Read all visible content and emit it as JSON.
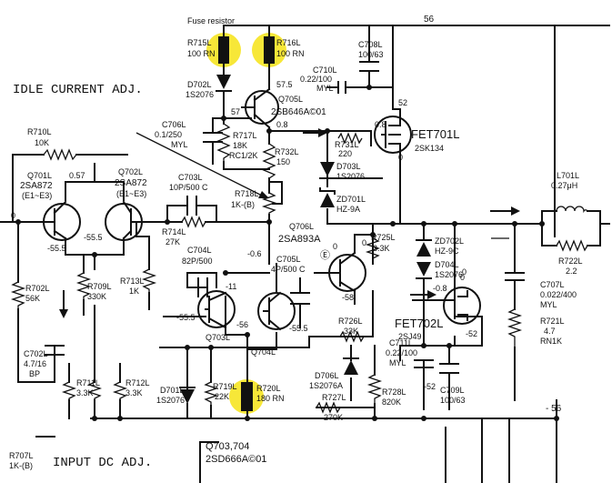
{
  "schematic": {
    "rail_pos": "56",
    "rail_neg": "- 56",
    "fuse_label": "Fuse resistor",
    "idle_current_adj": "IDLE CURRENT ADJ.",
    "input_dc_adj": "INPUT DC ADJ.",
    "highlight_color": "#f6e41c",
    "parts": {
      "R715L": {
        "ref": "R715L",
        "val": "100 RN"
      },
      "R716L": {
        "ref": "R716L",
        "val": "100 RN"
      },
      "D702L": {
        "ref": "D702L",
        "val": "1S2076"
      },
      "Q705L": {
        "ref": "Q705L",
        "val": "2SB646A©01"
      },
      "C708L": {
        "ref": "C708L",
        "val": "100/63"
      },
      "C710L": {
        "ref": "C710L",
        "val": "0.22/100",
        "type": "MYL"
      },
      "C706L": {
        "ref": "C706L",
        "val": "0.1/250",
        "type": "MYL"
      },
      "R717L": {
        "ref": "R717L",
        "val": "18K",
        "type": "RC1/2K"
      },
      "R732L": {
        "ref": "R732L",
        "val": "150"
      },
      "R731L": {
        "ref": "R731L",
        "val": "220"
      },
      "D703L": {
        "ref": "D703L",
        "val": "1S2076"
      },
      "ZD701L": {
        "ref": "ZD701L",
        "val": "HZ-9A"
      },
      "FET701L": {
        "ref": "FET701L",
        "val": "2SK134"
      },
      "R710L": {
        "ref": "R710L",
        "val": "10K"
      },
      "Q701L": {
        "ref": "Q701L",
        "val": "2SA872",
        "type": "(E1~E3)"
      },
      "Q702L": {
        "ref": "Q702L",
        "val": "2SA872",
        "type": "(E1~E3)"
      },
      "C703L": {
        "ref": "C703L",
        "val": "10P/500 C"
      },
      "R718L": {
        "ref": "R718L",
        "val": "1K-(B)"
      },
      "R714L": {
        "ref": "R714L",
        "val": "27K"
      },
      "Q706L": {
        "ref": "Q706L",
        "val": "2SA893A",
        "type": "Ⓔ"
      },
      "R725L": {
        "ref": "R725L",
        "val": "3.3K"
      },
      "ZD702L": {
        "ref": "ZD702L",
        "val": "HZ-9C"
      },
      "D704L": {
        "ref": "D704L",
        "val": "1S2076"
      },
      "L701L": {
        "ref": "L701L",
        "val": "0.27μH"
      },
      "R722L": {
        "ref": "R722L",
        "val": "2.2"
      },
      "C704L": {
        "ref": "C704L",
        "val": "82P/500"
      },
      "C705L": {
        "ref": "C705L",
        "val": "4P/500 C"
      },
      "R702L": {
        "ref": "R702L",
        "val": "56K"
      },
      "R709L": {
        "ref": "R709L",
        "val": "330K"
      },
      "R713L": {
        "ref": "R713L",
        "val": "1K"
      },
      "Q703L": {
        "ref": "Q703L"
      },
      "Q704L": {
        "ref": "Q704L"
      },
      "FET702L": {
        "ref": "FET702L",
        "val": "2SJ49"
      },
      "C707L": {
        "ref": "C707L",
        "val": "0.022/400",
        "type": "MYL"
      },
      "R721L": {
        "ref": "R721L",
        "val": "4.7",
        "type": "RN1K"
      },
      "C702L": {
        "ref": "C702L",
        "val": "4.7/16",
        "type": "BP"
      },
      "R711L": {
        "ref": "R711L",
        "val": "3.3K"
      },
      "R712L": {
        "ref": "R712L",
        "val": "3.3K"
      },
      "D701L": {
        "ref": "D701L",
        "val": "1S2076"
      },
      "R719L": {
        "ref": "R719L",
        "val": "22K"
      },
      "R720L": {
        "ref": "R720L",
        "val": "180 RN"
      },
      "R726L": {
        "ref": "R726L",
        "val": "33K"
      },
      "D706L": {
        "ref": "D706L",
        "val": "1S2076A"
      },
      "R727L": {
        "ref": "R727L",
        "val": "270K"
      },
      "C711L": {
        "ref": "C711L",
        "val": "0.22/100",
        "type": "MYL"
      },
      "C709L": {
        "ref": "C709L",
        "val": "100/63"
      },
      "R728L": {
        "ref": "R728L",
        "val": "820K"
      },
      "R707L": {
        "ref": "R707L",
        "val": "1K-(B)"
      },
      "Q703_704": {
        "ref": "Q703,704",
        "val": "2SD666A©01"
      }
    },
    "voltages": {
      "q705_e": "57.5",
      "q705_c": "57",
      "fet701_d": "52",
      "fet701_g": "0.8",
      "r717_mid": "0.8",
      "q701_c": "0.57",
      "q702_e": "-55.5",
      "q701_e": "-55.5",
      "in0": "0",
      "fet701_s": "0",
      "out0": "0",
      "q706_b": "0",
      "q706_c": "-58",
      "q706_e": "-0.6",
      "q704_e": "-55.5",
      "q703_b": "-55.5",
      "q703_c": "-11",
      "q703_e": "-56",
      "fet702_g": "-0.8",
      "fet702_s": "0",
      "fet702_d": "-52",
      "c711_v": "-52",
      "r725_top": "0"
    }
  }
}
